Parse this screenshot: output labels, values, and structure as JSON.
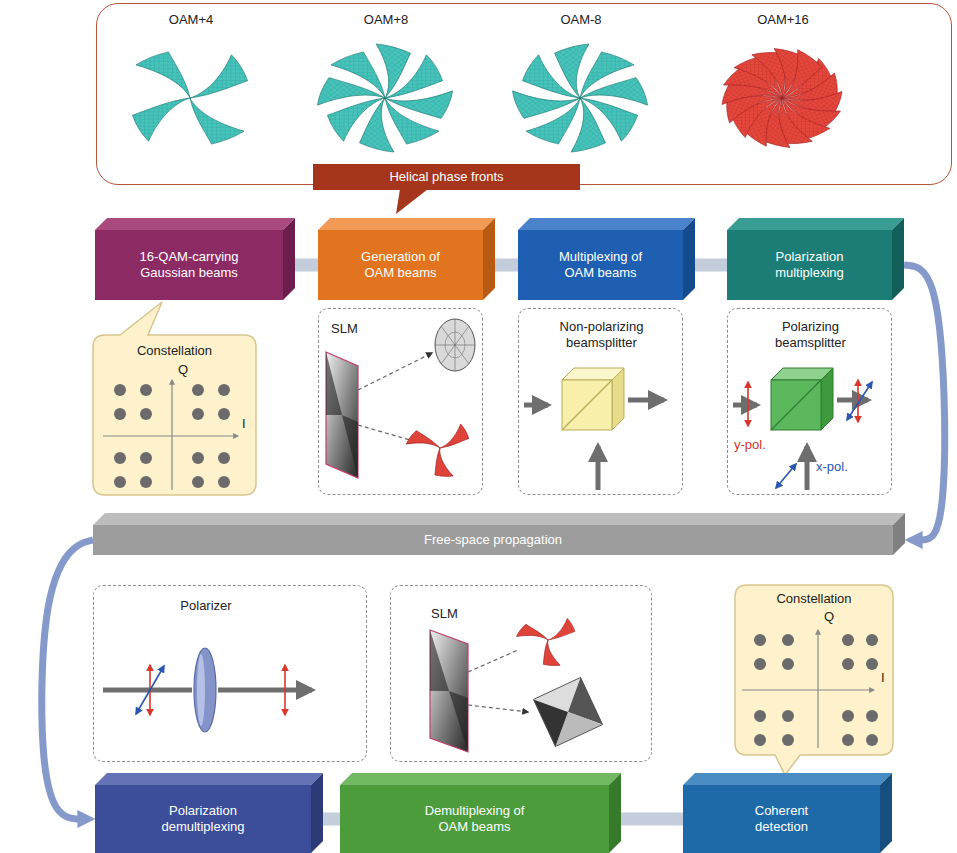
{
  "diagram": {
    "nodes": [
      {
        "text": [
          "OAM+4",
          "OAM+8",
          "OAM-8",
          "OAM+16"
        ]
      },
      {
        "text": [
          "Helical phase fronts"
        ]
      },
      {
        "text": [
          "16-QAM-carrying Gaussian beams"
        ]
      },
      {
        "text": [
          "Generation of OAM beams"
        ]
      },
      {
        "text": [
          "Multiplexing of OAM beams"
        ]
      },
      {
        "text": [
          "Polarization multiplexing"
        ]
      },
      {
        "text": [
          "Constellation",
          "Q",
          "I"
        ]
      },
      {
        "text": [
          "SLM"
        ]
      },
      {
        "text": [
          "Non-polarizing beamsplitter"
        ]
      },
      {
        "text": [
          "Polarizing beamsplitter",
          "y-pol.",
          "x-pol."
        ]
      },
      {
        "text": [
          "Free-space propagation"
        ]
      },
      {
        "text": [
          "Polarizer"
        ]
      },
      {
        "text": [
          "SLM"
        ]
      },
      {
        "text": [
          "Constellation",
          "Q",
          "I"
        ]
      },
      {
        "text": [
          "Polarization demultiplexing"
        ]
      },
      {
        "text": [
          "Demultiplexing of OAM beams"
        ]
      },
      {
        "text": [
          "Coherent detection"
        ]
      }
    ],
    "edges": [
      {
        "from": 2,
        "to": 3,
        "arrow": "none"
      },
      {
        "from": 3,
        "to": 4,
        "arrow": "none"
      },
      {
        "from": 4,
        "to": 5,
        "arrow": "none"
      },
      {
        "from": 5,
        "to": 10,
        "arrow": "to"
      },
      {
        "from": 10,
        "to": 14,
        "arrow": "to"
      },
      {
        "from": 14,
        "to": 15,
        "arrow": "none"
      },
      {
        "from": 15,
        "to": 16,
        "arrow": "none"
      }
    ]
  }
}
